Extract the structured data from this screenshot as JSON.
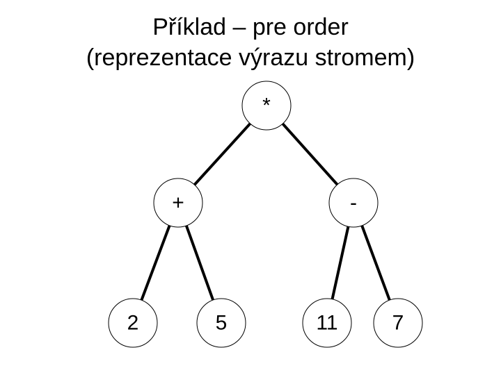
{
  "title": {
    "line1": "Příklad – pre order",
    "line2": "(reprezentace výrazu stromem)"
  },
  "tree": {
    "nodes": [
      {
        "id": "root",
        "label": "*"
      },
      {
        "id": "plus",
        "label": "+"
      },
      {
        "id": "minus",
        "label": "-"
      },
      {
        "id": "n2",
        "label": "2"
      },
      {
        "id": "n5",
        "label": "5"
      },
      {
        "id": "n11",
        "label": "11"
      },
      {
        "id": "n7",
        "label": "7"
      }
    ],
    "edges": [
      {
        "from": "root",
        "to": "plus"
      },
      {
        "from": "root",
        "to": "minus"
      },
      {
        "from": "plus",
        "to": "n2"
      },
      {
        "from": "plus",
        "to": "n5"
      },
      {
        "from": "minus",
        "to": "n11"
      },
      {
        "from": "minus",
        "to": "n7"
      }
    ],
    "colors": {
      "node_fill": "#ffffff",
      "node_stroke": "#000000",
      "edge": "#000000",
      "text": "#000000"
    }
  }
}
